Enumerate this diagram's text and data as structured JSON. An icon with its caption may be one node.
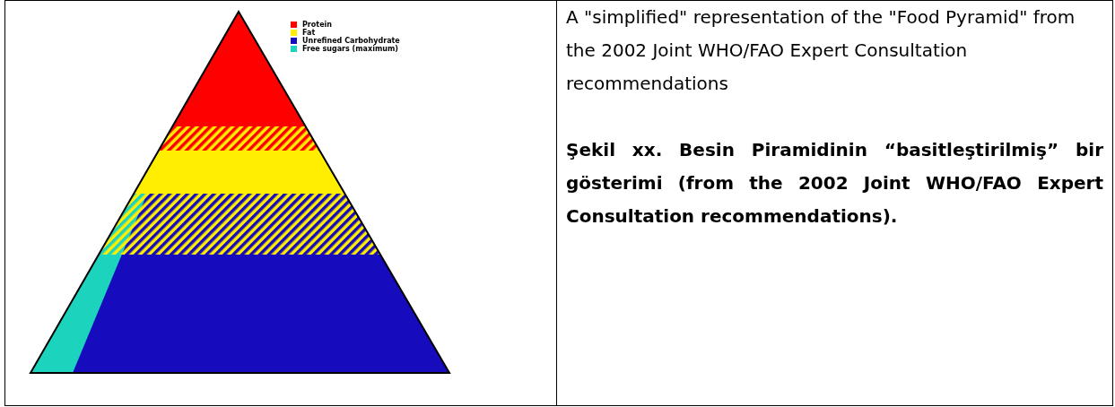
{
  "diagram": {
    "labels": [
      "A \"simplified\" representation of the \"Food Pyramid\" from the 2002 Joint WHO/FAO Expert Consultation recommendations",
      "Şekil xx. Besin Piramidinin “basitleştirilmiş” bir gösterimi (from the 2002 Joint WHO/FAO Expert Consultation recommendations)."
    ],
    "legend": [
      {
        "text": "Protein",
        "color": "#ff0000"
      },
      {
        "text": "Fat",
        "color": "#ffee00"
      },
      {
        "text": "Unrefined Carbohydrate",
        "color": "#170cbd"
      },
      {
        "text": "Free sugars (maximum)",
        "color": "#1cd4bd"
      }
    ]
  }
}
